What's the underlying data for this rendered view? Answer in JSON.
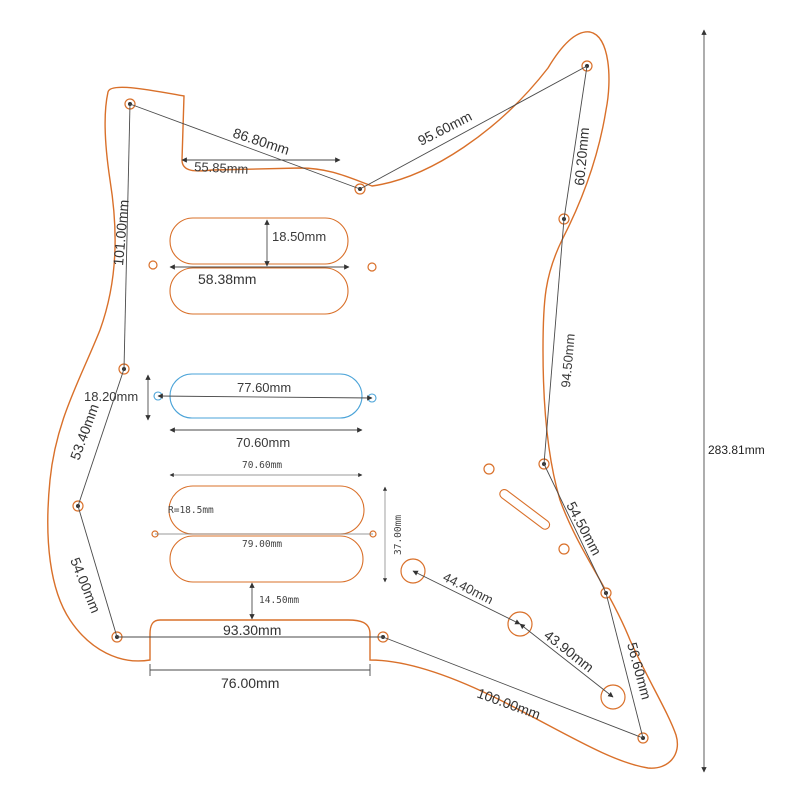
{
  "colors": {
    "outline": "#d9702a",
    "highlight_pickup": "#4aa3d8",
    "dimension_line": "#4a4a4a"
  },
  "dimensions": {
    "d_86_80": "86.80mm",
    "d_55_85": "55.85mm",
    "d_95_60": "95.60mm",
    "d_60_20": "60.20mm",
    "d_101_00": "101.00mm",
    "d_18_50": "18.50mm",
    "d_58_38": "58.38mm",
    "d_18_20": "18.20mm",
    "d_77_60": "77.60mm",
    "d_53_40": "53.40mm",
    "d_70_60": "70.60mm",
    "d_94_50": "94.50mm",
    "d_70_60_mono": "70.60mm",
    "radius": "R=18.5mm",
    "d_79_00": "79.00mm",
    "d_37_00": "37.00mm",
    "d_54_50": "54.50mm",
    "d_54_00": "54.00mm",
    "d_14_50": "14.50mm",
    "d_44_40": "44.40mm",
    "d_93_30": "93.30mm",
    "d_43_90": "43.90mm",
    "d_56_60": "56.60mm",
    "d_76_00": "76.00mm",
    "d_100_00": "100.00mm",
    "d_283_81": "283.81mm"
  }
}
